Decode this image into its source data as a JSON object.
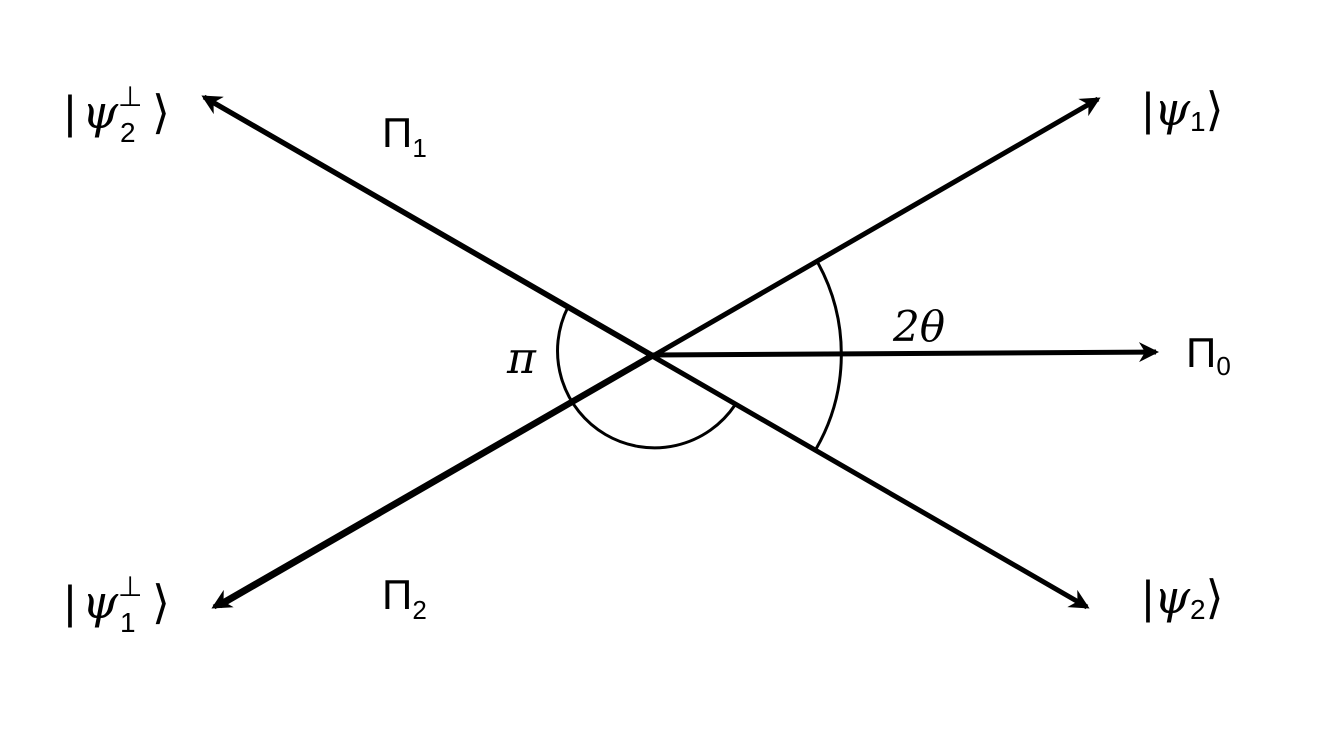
{
  "diagram": {
    "colors": {
      "line": "#000000",
      "background": "#ffffff"
    },
    "vectors": {
      "psi1": {
        "bar": "|",
        "symbol": "ψ",
        "subscript": "1",
        "ket": "⟩"
      },
      "psi2": {
        "bar": "|",
        "symbol": "ψ",
        "subscript": "2",
        "ket": "⟩"
      },
      "psi1_perp": {
        "bar": "|",
        "symbol": "ψ",
        "superscript": "⊥",
        "subscript": "1",
        "ket": "⟩"
      },
      "psi2_perp": {
        "bar": "|",
        "symbol": "ψ",
        "superscript": "⊥",
        "subscript": "2",
        "ket": "⟩"
      }
    },
    "projectors": {
      "pi0": {
        "symbol": "Π",
        "subscript": "0"
      },
      "pi1": {
        "symbol": "Π",
        "subscript": "1"
      },
      "pi2": {
        "symbol": "Π",
        "subscript": "2"
      }
    },
    "angles": {
      "two_theta": "2θ",
      "pi": "π"
    }
  }
}
